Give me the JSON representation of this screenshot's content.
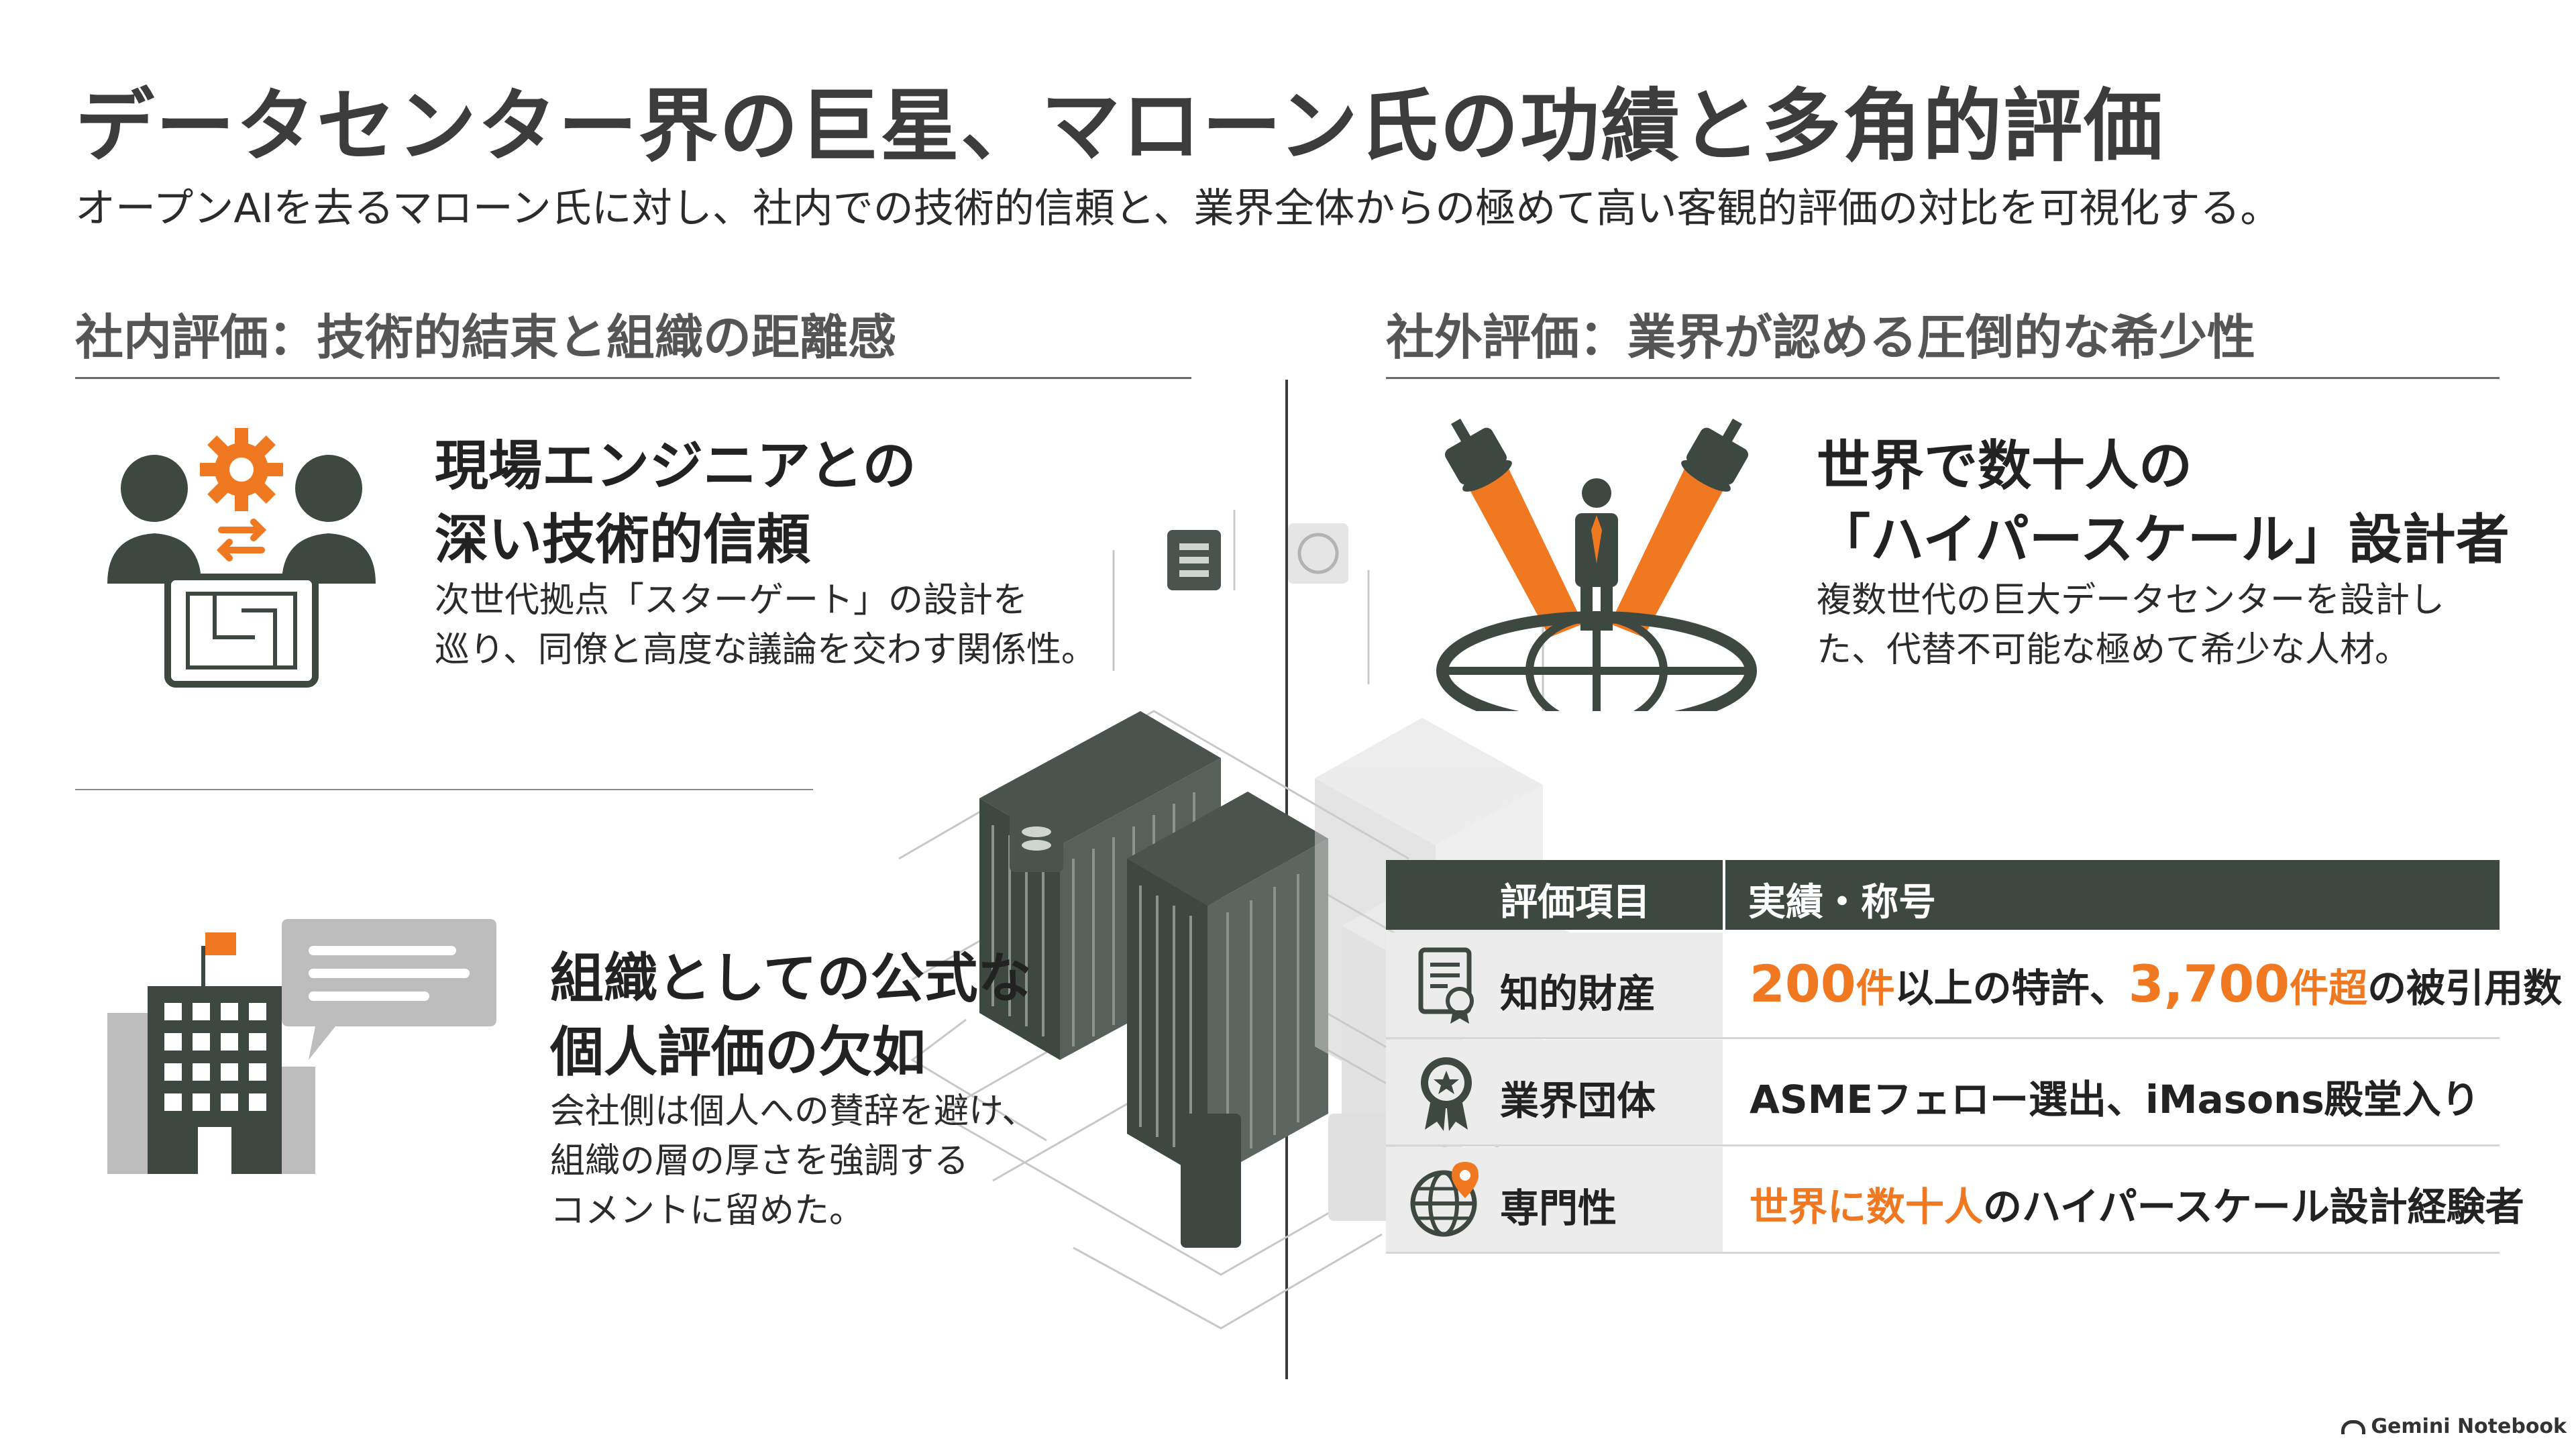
{
  "header": {
    "title": "データセンター界の巨星、マローン氏の功績と多角的評価",
    "subtitle": "オープンAIを去るマローン氏に対し、社内での技術的信頼と、業界全体からの極めて高い客観的評価の対比を可視化する。"
  },
  "left_section": {
    "heading": "社内評価：技術的結束と組織の距離感",
    "card1": {
      "title_line1": "現場エンジニアとの",
      "title_line2": "深い技術的信頼",
      "body_line1": "次世代拠点「スターゲート」の設計を",
      "body_line2": "巡り、同僚と高度な議論を交わす関係性。",
      "icon": "engineers-blueprint-icon"
    },
    "card2": {
      "title_line1": "組織としての公式な",
      "title_line2": "個人評価の欠如",
      "body_line1": "会社側は個人への賛辞を避け、",
      "body_line2": "組織の層の厚さを強調する",
      "body_line3": "コメントに留めた。",
      "icon": "building-speech-icon"
    }
  },
  "right_section": {
    "heading": "社外評価：業界が認める圧倒的な希少性",
    "card": {
      "title_line1": "世界で数十人の",
      "title_line2": "「ハイパースケール」設計者",
      "body_line1": "複数世代の巨大データセンターを設計し",
      "body_line2": "た、代替不可能な極めて希少な人材。",
      "icon": "spotlight-person-globe-icon"
    },
    "table": {
      "col1": "評価項目",
      "col2": "実績・称号",
      "rows": [
        {
          "label": "知的財産",
          "icon": "certificate-icon",
          "v1": "200",
          "v2": "件",
          "v3": "以上の特許、",
          "v4": "3,700",
          "v5": "件超",
          "v6": "の被引用数"
        },
        {
          "label": "業界団体",
          "icon": "award-medal-icon",
          "value": "ASMEフェロー選出、iMasons殿堂入り"
        },
        {
          "label": "専門性",
          "icon": "globe-pin-icon",
          "v1": "世界に数十人",
          "v2": "のハイパースケール設計経験者"
        }
      ]
    }
  },
  "footer": {
    "brand": "Gemini Notebook"
  },
  "colors": {
    "accent": "#f07820",
    "dark": "#3d4841",
    "text": "#2b2b2b"
  }
}
